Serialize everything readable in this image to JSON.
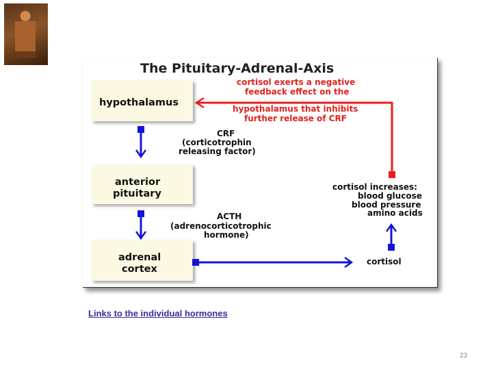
{
  "slide": {
    "link_text": "Links to the individual hormones",
    "page_number": "23"
  },
  "diagram": {
    "title": "The Pituitary-Adrenal-Axis",
    "boxes": {
      "hypothalamus": [
        "hypothalamus"
      ],
      "anterior_pituitary": [
        "anterior",
        "pituitary"
      ],
      "adrenal_cortex": [
        "adrenal",
        "cortex"
      ]
    },
    "crf_label": [
      "CRF",
      "(corticotrophin",
      "releasing factor)"
    ],
    "acth_label": [
      "ACTH",
      "(adrenocorticotrophic",
      "hormone)"
    ],
    "feedback_text": [
      "cortisol exerts a negative",
      "feedback effect on the",
      "hypothalamus that inhibits",
      "further release of CRF"
    ],
    "cortisol_effects": [
      "cortisol increases:",
      "blood glucose",
      "blood pressure",
      "amino acids"
    ],
    "cortisol_label": "cortisol",
    "colors": {
      "blue": "#1414d8",
      "red": "#ee1b1b",
      "box_fill": "#fbf9e2"
    }
  }
}
